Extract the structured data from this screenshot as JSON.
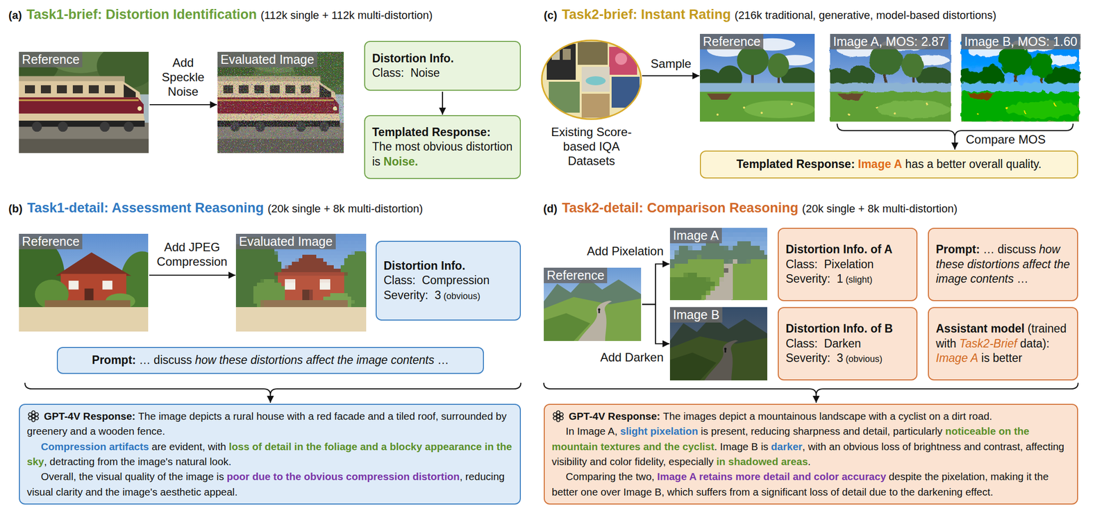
{
  "diagram": {
    "nodes": [
      {
        "text": [
          "Reference"
        ]
      },
      {
        "text": [
          "Evaluated Image"
        ]
      },
      {
        "text": [
          "Distortion Info.",
          "Class:  Noise"
        ]
      },
      {
        "text": [
          "Templated Response:",
          "The most obvious distortion is",
          "Noise."
        ]
      },
      {
        "text": [
          "Reference"
        ]
      },
      {
        "text": [
          "Evaluated Image"
        ]
      },
      {
        "text": [
          "Distortion Info.",
          "Class:  Compression",
          "Severity:  3",
          "(obvious)"
        ]
      },
      {
        "text": [
          "Prompt:",
          "… discuss",
          "how these distortions affect the image contents",
          "…"
        ]
      },
      {
        "text": [
          "GPT-4V Response:",
          "The image depicts a rural house with a red facade and a tiled roof, surrounded by greenery and a wooden fence.",
          "Compression artifacts",
          "are evident, with",
          "loss of detail in the foliage and a blocky appearance in the sky",
          ", detracting from the image's natural look.",
          "Overall, the visual quality of the image is",
          "poor due to the obvious compression distortion",
          ", reducing visual clarity and the image's aesthetic appeal."
        ]
      },
      {
        "text": [
          "Existing Score-based IQA Datasets"
        ]
      },
      {
        "text": [
          "Reference"
        ]
      },
      {
        "text": [
          "Image A, MOS: 2.87"
        ]
      },
      {
        "text": [
          "Image B, MOS: 1.60"
        ]
      },
      {
        "text": [
          "Templated Response:",
          "Image A",
          "has a better overall quality."
        ]
      },
      {
        "text": [
          "Reference"
        ]
      },
      {
        "text": [
          "Image A"
        ]
      },
      {
        "text": [
          "Image B"
        ]
      },
      {
        "text": [
          "Distortion Info. of A",
          "Class:  Pixelation",
          "Severity:  1",
          "(slight)"
        ]
      },
      {
        "text": [
          "Prompt:",
          "… discuss",
          "how these distortions affect the image contents",
          "…"
        ]
      },
      {
        "text": [
          "Distortion Info. of B",
          "Class:  Darken",
          "Severity:  3",
          "(obvious)"
        ]
      },
      {
        "text": [
          "Assistant model",
          "(trained with",
          "Task2-Brief",
          "data):",
          "Image A",
          "is better"
        ]
      },
      {
        "text": [
          "GPT-4V Response:",
          "The images depict a mountainous landscape with a cyclist on a dirt road.",
          "In Image A,",
          "slight pixelation",
          "is present, reducing sharpness and detail, particularly",
          "noticeable on the mountain textures and the cyclist",
          ". Image B is",
          "darker",
          ", with an obvious loss of brightness and contrast, affecting visibility and color fidelity, especially",
          "in shadowed areas",
          ".",
          "Comparing the two,",
          "Image A retains more detail and color accuracy",
          "despite the pixelation, making it the better one over Image B, which suffers from a significant loss of detail due to the darkening effect."
        ]
      }
    ],
    "edges": [
      {
        "from": 0,
        "to": 1,
        "label": "Add Speckle Noise",
        "arrow": "to"
      },
      {
        "from": 2,
        "to": 3,
        "arrow": "to"
      },
      {
        "from": 4,
        "to": 5,
        "label": "Add JPEG Compression",
        "arrow": "to"
      },
      {
        "from": 9,
        "to": 10,
        "label": "Sample",
        "arrow": "to"
      },
      {
        "from": 14,
        "to": 15,
        "label": "Add Pixelation",
        "arrow": "to"
      },
      {
        "from": 14,
        "to": 16,
        "label": "Add Darken",
        "arrow": "to"
      }
    ],
    "labels": [
      "(a)",
      "Task1-brief: Distortion Identification",
      "(112k single + 112k multi-distortion)",
      "(b)",
      "Task1-detail: Assessment Reasoning",
      "(20k single + 8k multi-distortion)",
      "(c)",
      "Task2-brief: Instant Rating",
      "(216k traditional, generative, model-based distortions)",
      "(d)",
      "Task2-detail: Comparison Reasoning",
      "(20k single + 8k multi-distortion)",
      "Compare MOS"
    ]
  }
}
